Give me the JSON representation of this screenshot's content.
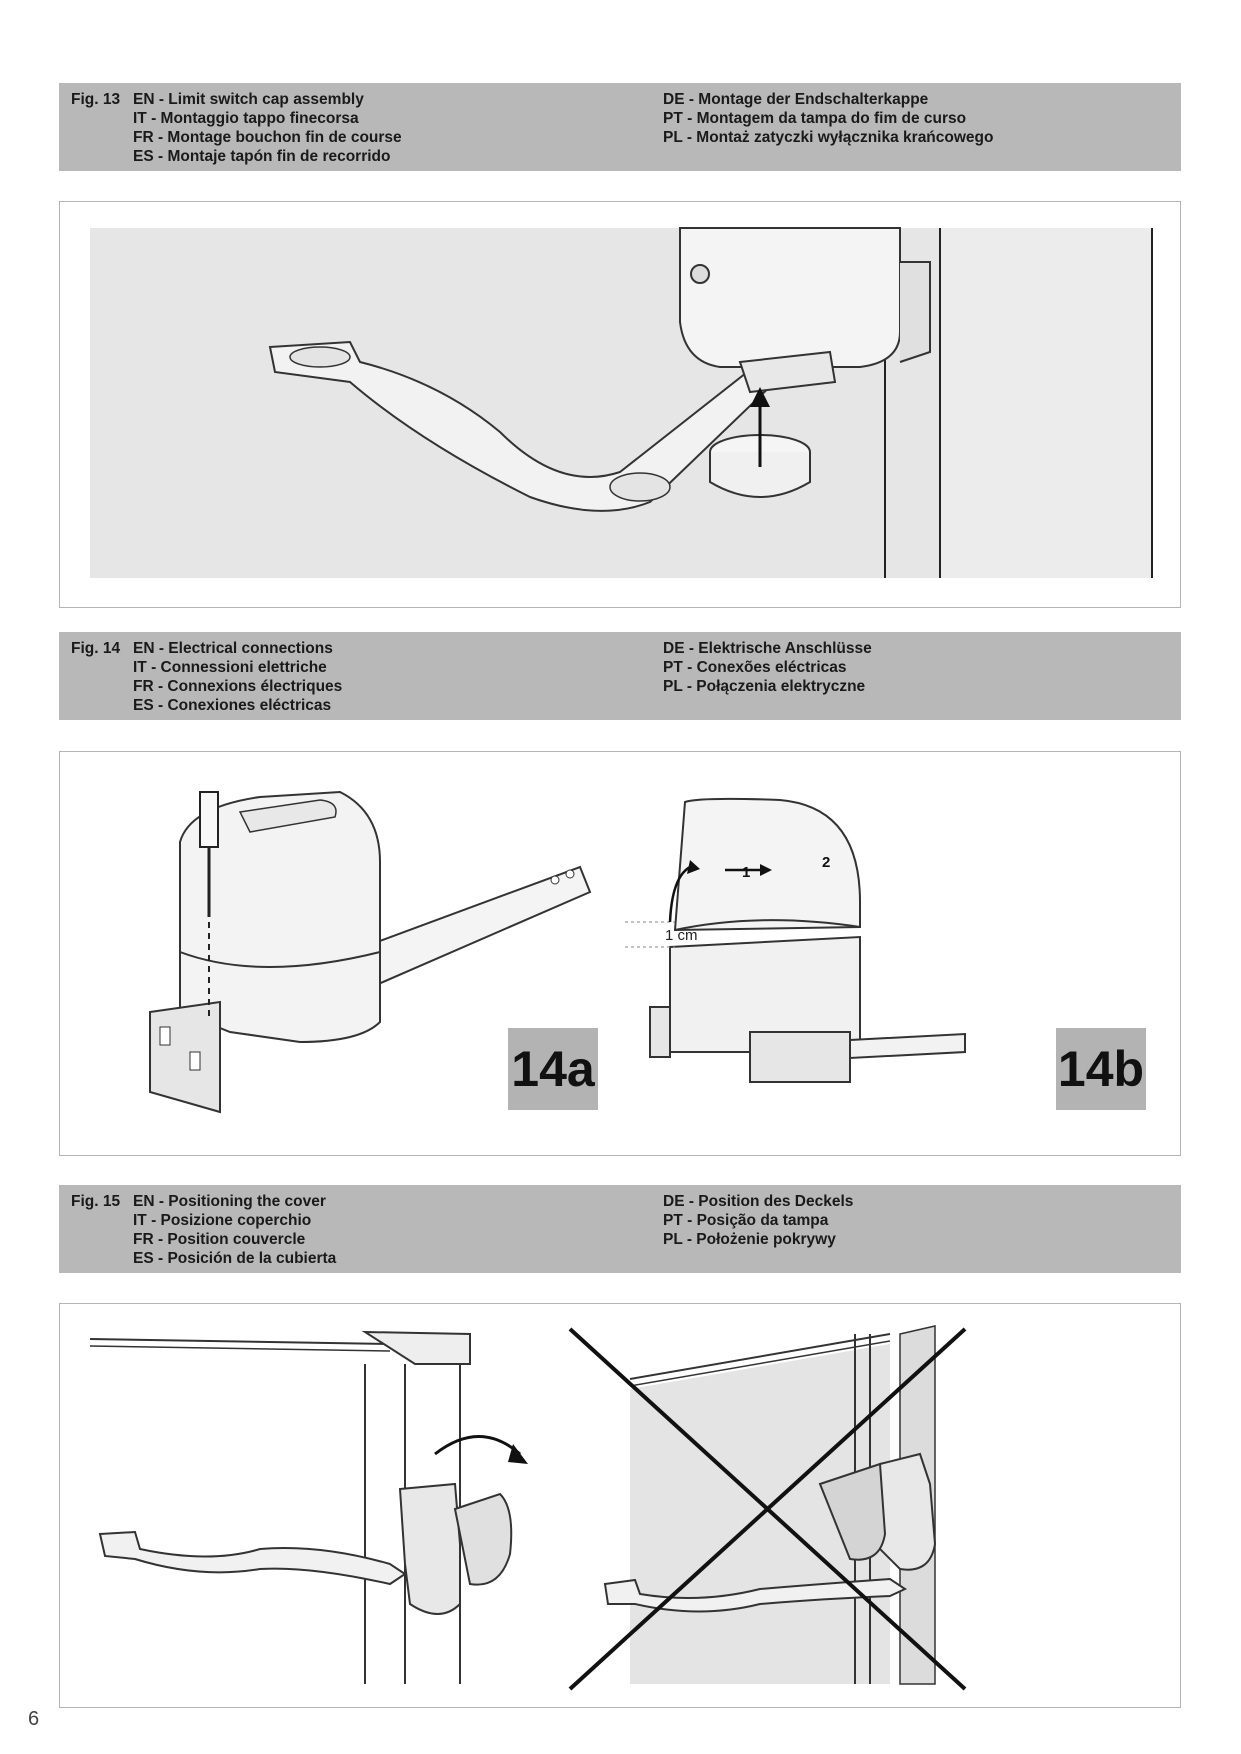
{
  "fig13": {
    "number": "Fig. 13",
    "left": [
      "EN - Limit switch cap assembly",
      "IT - Montaggio tappo finecorsa",
      "FR - Montage bouchon fin de course",
      "ES - Montaje tapón fin de recorrido"
    ],
    "right": [
      "DE - Montage der Endschalterkappe",
      "PT - Montagem da tampa do fim de curso",
      "PL - Montaż zatyczki wyłącznika krańcowego"
    ]
  },
  "fig14": {
    "number": "Fig. 14",
    "left": [
      "EN - Electrical connections",
      "IT - Connessioni elettriche",
      "FR - Connexions électriques",
      "ES - Conexiones eléctricas"
    ],
    "right": [
      "DE - Elektrische Anschlüsse",
      "PT - Conexões eléctricas",
      "PL - Połączenia elektryczne"
    ],
    "label_a": "14a",
    "label_b": "14b",
    "dimension": "1 cm",
    "step1": "1",
    "step2": "2"
  },
  "fig15": {
    "number": "Fig. 15",
    "left": [
      "EN - Positioning the cover",
      "IT - Posizione coperchio",
      "FR - Position couvercle",
      "ES - Posición de la cubierta"
    ],
    "right": [
      "DE - Position des Deckels",
      "PT - Posição da tampa",
      "PL - Położenie pokrywy"
    ]
  },
  "page_number": "6"
}
